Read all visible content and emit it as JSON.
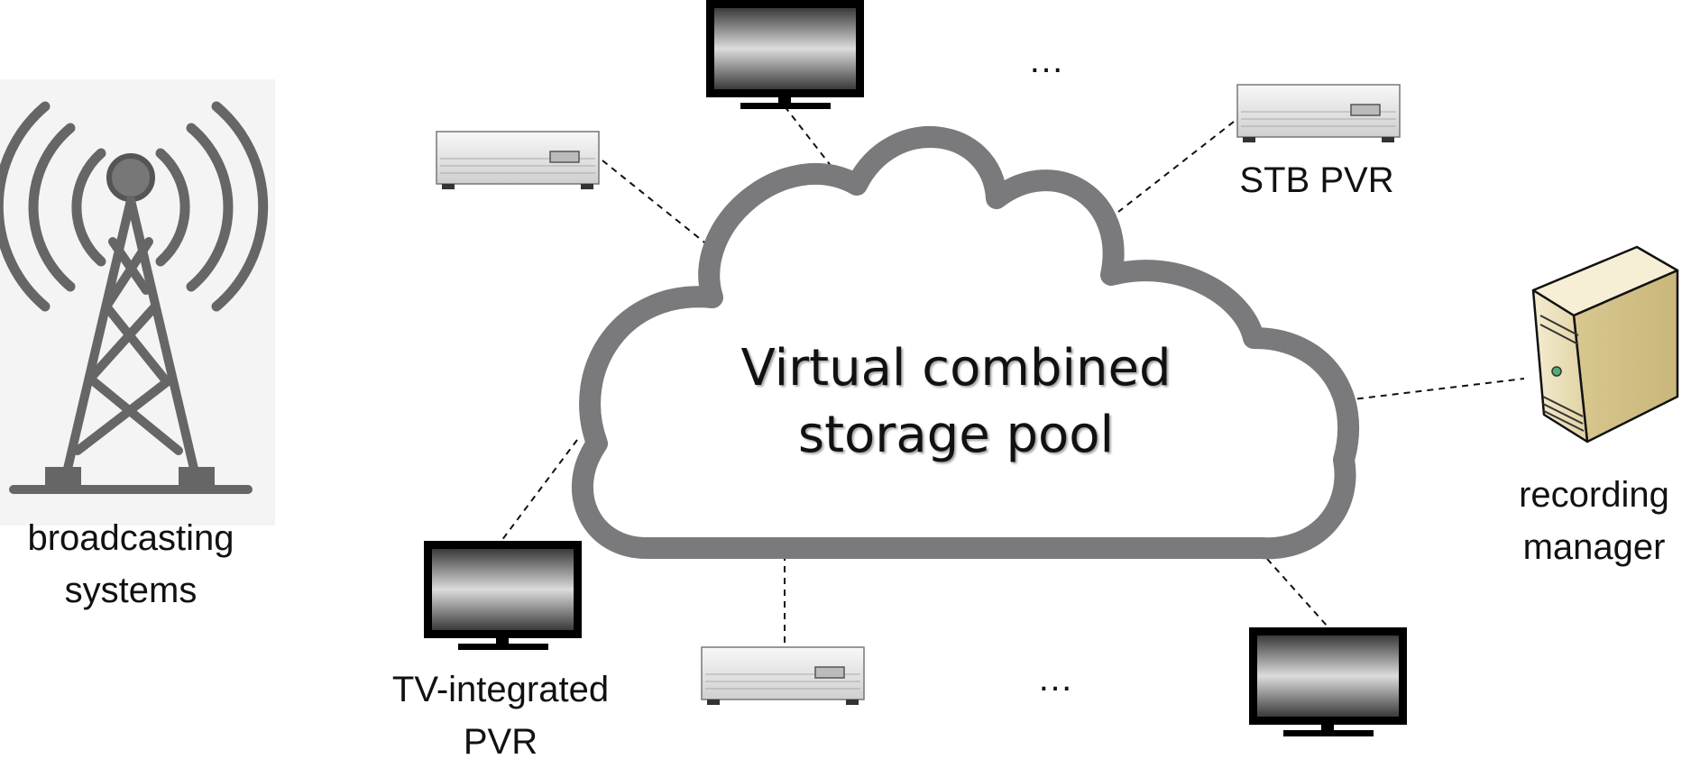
{
  "labels": {
    "broadcasting": [
      "broadcasting",
      "systems"
    ],
    "cloud": [
      "Virtual combined",
      "storage pool"
    ],
    "stb_pvr": "STB PVR",
    "recording_manager": [
      "recording",
      "manager"
    ],
    "tv_pvr": [
      "TV-integrated",
      "PVR"
    ],
    "ellipsis_top": "…",
    "ellipsis_bottom": "…"
  },
  "colors": {
    "cloud_outline": "#7a7a7c",
    "tower": "#666666",
    "tower_bg": "#f4f4f4",
    "tv_frame": "#000000",
    "server": "#e8dcb4"
  },
  "icons": [
    "broadcast-tower-icon",
    "set-top-box-icon",
    "tv-icon",
    "server-icon",
    "cloud-icon"
  ]
}
